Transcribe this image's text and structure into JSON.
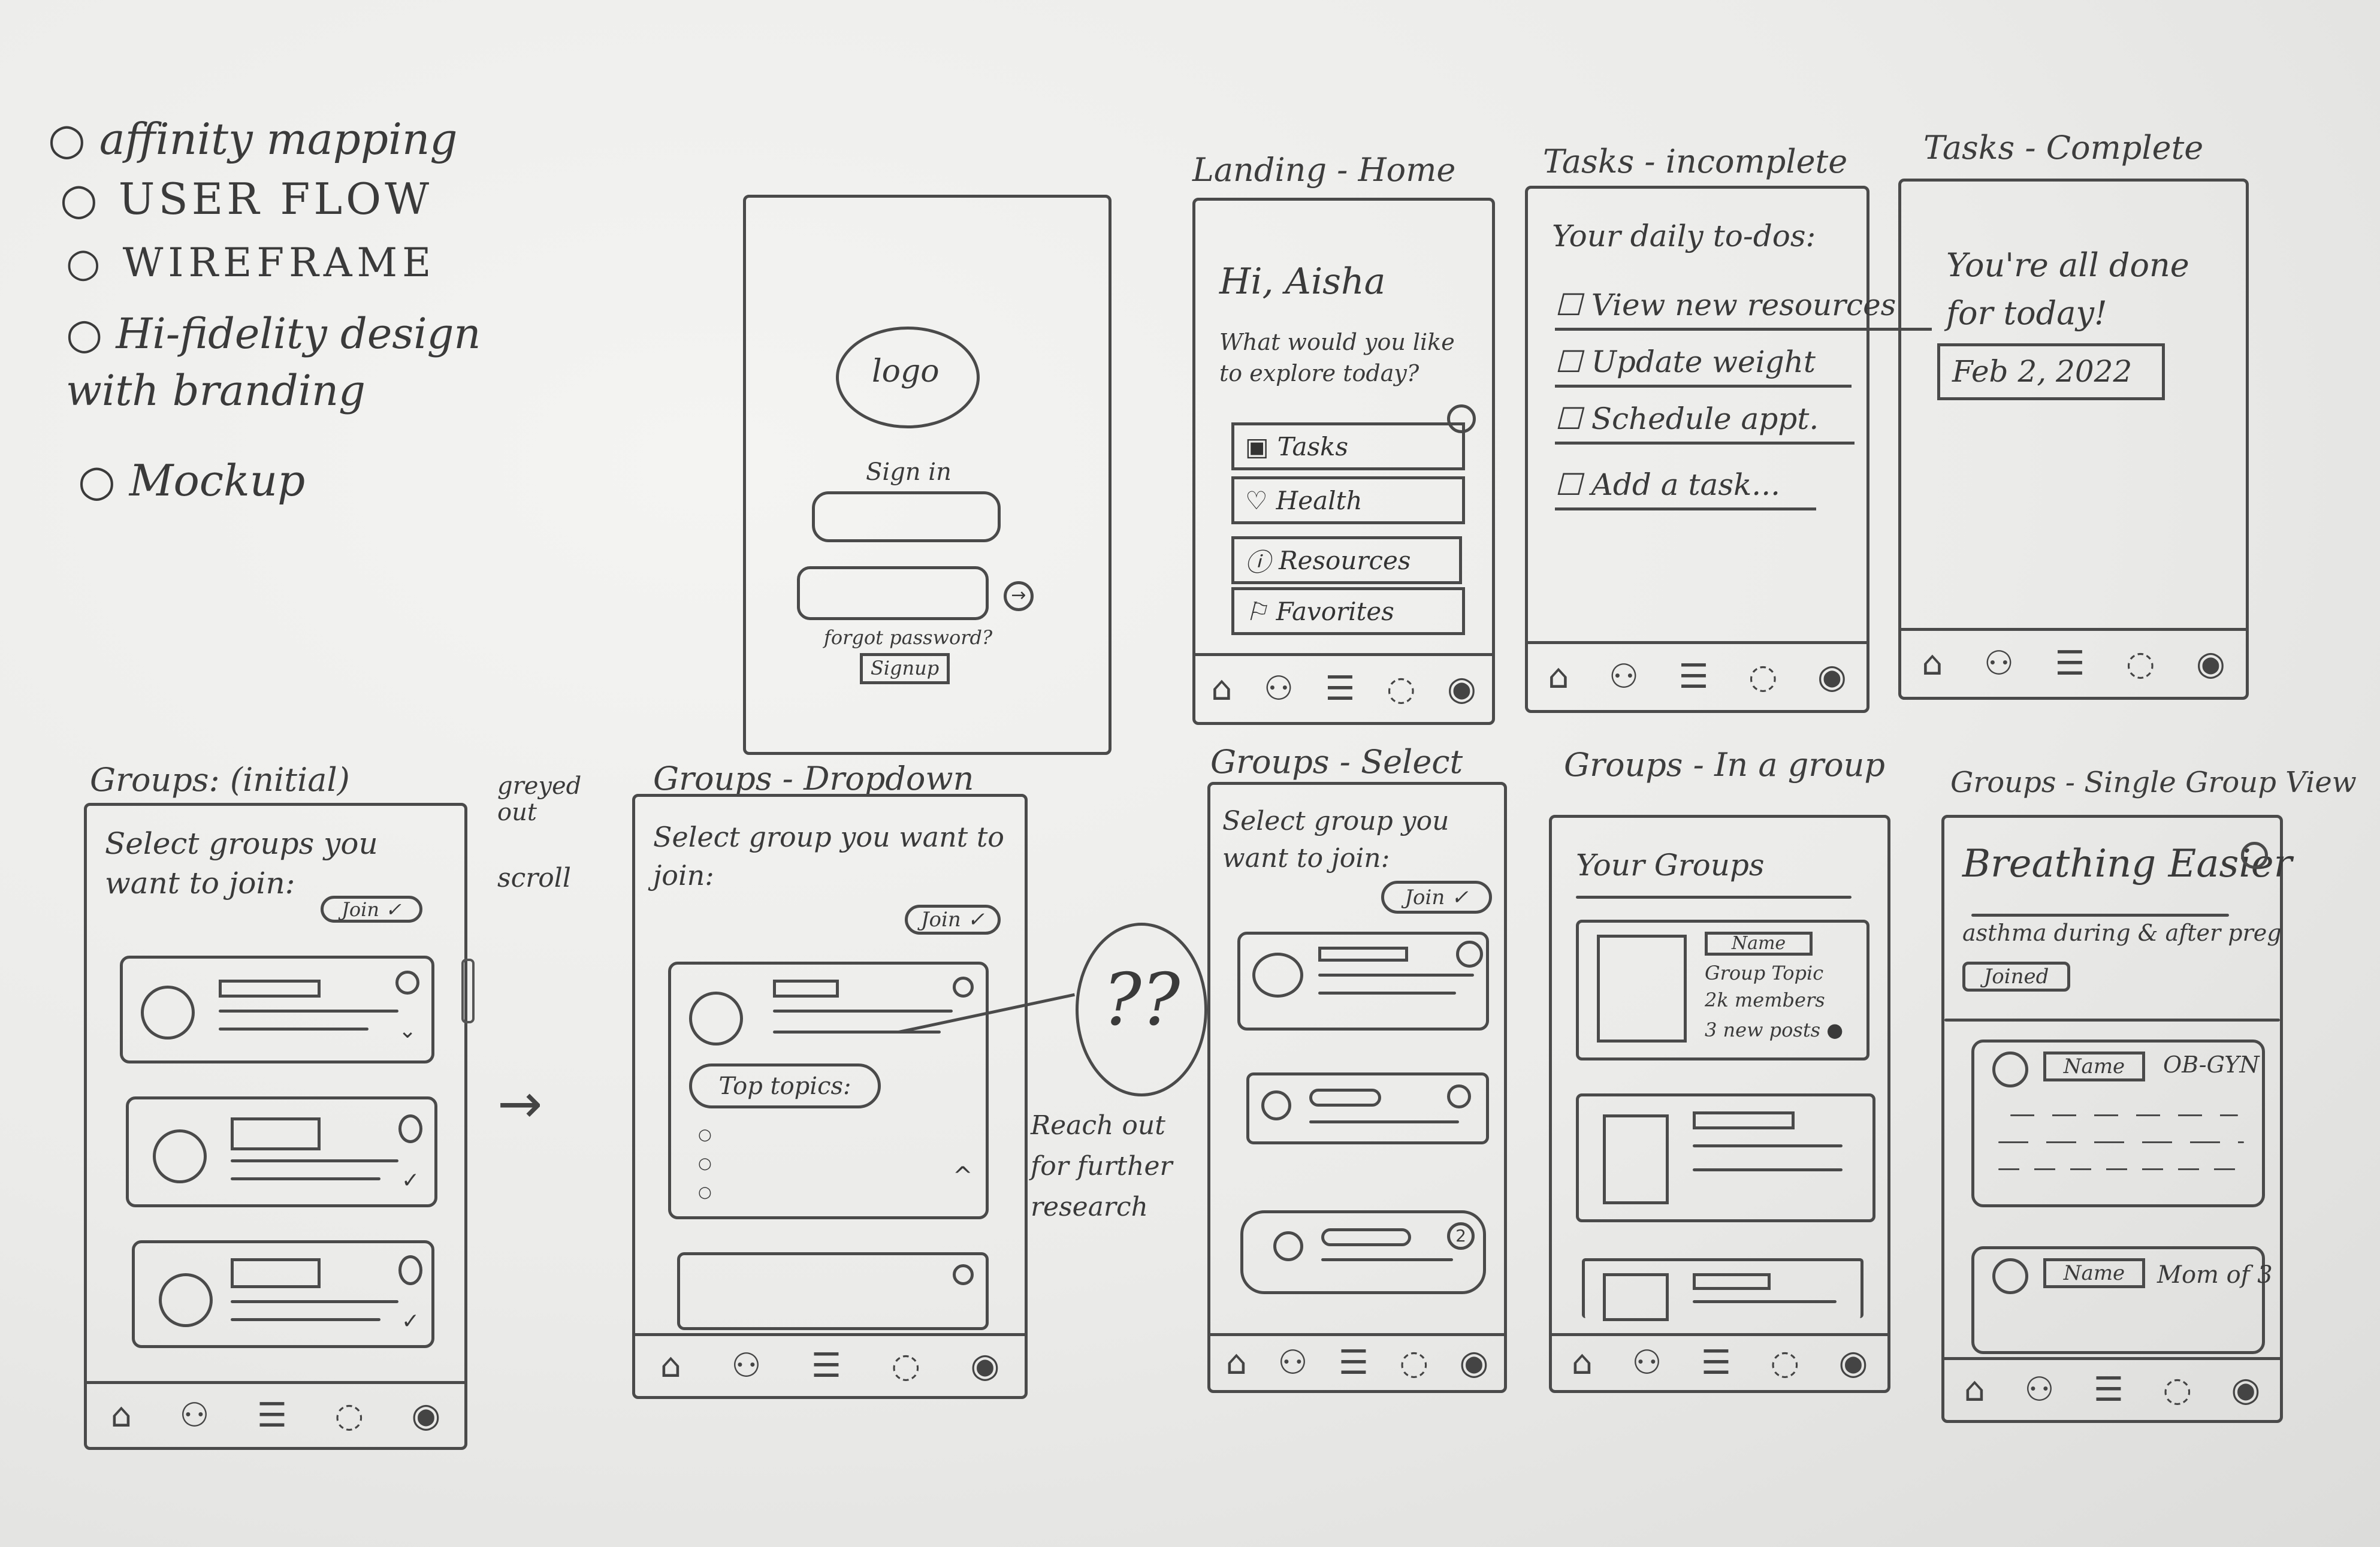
{
  "checklist": [
    "affinity mapping",
    "USER FLOW",
    "WIREFRAME",
    "Hi-fidelity design with branding",
    "Mockup"
  ],
  "login": {
    "logo": "logo",
    "sign_in": "Sign in",
    "forgot": "forgot password?",
    "signup": "Signup"
  },
  "home": {
    "title": "Landing - Home",
    "greeting": "Hi, Aisha",
    "question": "What would you like to explore today?",
    "menu": [
      "Tasks",
      "Health",
      "Resources",
      "Favorites"
    ]
  },
  "tasks_incomplete": {
    "title": "Tasks - incomplete",
    "heading": "Your daily to-dos:",
    "items": [
      "View new resources",
      "Update weight",
      "Schedule appt.",
      "Add a task..."
    ]
  },
  "tasks_complete": {
    "title": "Tasks - Complete",
    "message": "You're all done for today!",
    "date": "Feb 2, 2022"
  },
  "groups_initial": {
    "title": "Groups: (initial)",
    "prompt": "Select groups you want to join:",
    "join": "Join",
    "note_greyed": "greyed out",
    "note_scroll": "scroll"
  },
  "groups_dropdown": {
    "title": "Groups - Dropdown",
    "prompt": "Select group you want to join:",
    "join": "Join",
    "topics": "Top topics:",
    "question_mark": "??",
    "note": "Reach out for further research"
  },
  "groups_select": {
    "title": "Groups - Select",
    "prompt": "Select group you want to join:",
    "join": "Join",
    "badge": "2"
  },
  "groups_in": {
    "title": "Groups - In a group",
    "heading": "Your Groups",
    "name": "Name",
    "topic": "Group Topic",
    "members": "2k members",
    "posts": "3 new posts"
  },
  "groups_single": {
    "title": "Groups - Single Group View",
    "group_name": "Breathing Easier",
    "subtitle": "asthma during & after preg",
    "joined": "Joined",
    "post1_name": "Name",
    "post1_role": "OB-GYN",
    "post2_name": "Name",
    "post2_role": "Mom of 3"
  },
  "icons": {
    "home": "home-icon",
    "people": "people-icon",
    "list": "list-icon",
    "chat": "chat-icon",
    "profile": "profile-icon"
  }
}
